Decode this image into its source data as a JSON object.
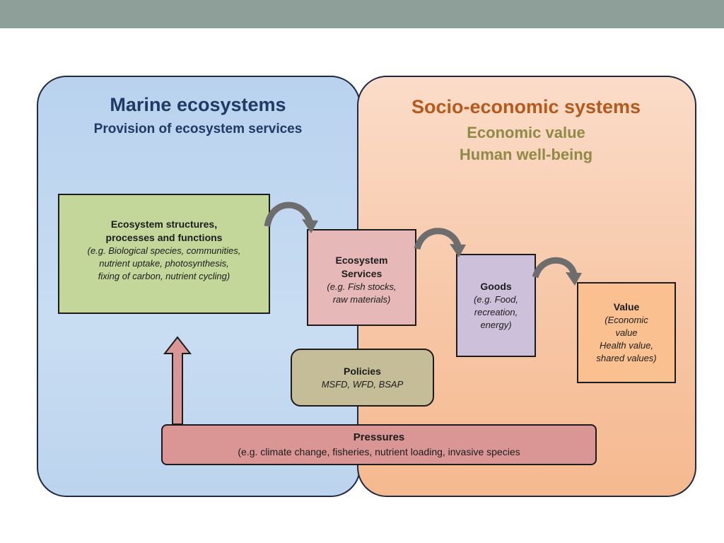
{
  "left_panel": {
    "title": "Marine ecosystems",
    "subtitle": "Provision of ecosystem services"
  },
  "right_panel": {
    "title": "Socio-economic systems",
    "line1": "Economic value",
    "line2": "Human well-being"
  },
  "boxes": {
    "ecosystem": {
      "title_line1": "Ecosystem structures,",
      "title_line2": "processes and functions",
      "detail_line1": "(e.g. Biological species, communities,",
      "detail_line2": "nutrient uptake, photosynthesis,",
      "detail_line3": "fixing of carbon, nutrient cycling)"
    },
    "services": {
      "title_line1": "Ecosystem",
      "title_line2": "Services",
      "detail_line1": "(e.g. Fish stocks,",
      "detail_line2": "raw materials)"
    },
    "goods": {
      "title": "Goods",
      "detail_line1": "(e.g. Food,",
      "detail_line2": "recreation,",
      "detail_line3": "energy)"
    },
    "value": {
      "title": "Value",
      "detail_line1": "(Economic",
      "detail_line2": "value",
      "detail_line3": "Health value,",
      "detail_line4": "shared values)"
    },
    "policies": {
      "title": "Policies",
      "detail": "MSFD, WFD, BSAP"
    },
    "pressures": {
      "title": "Pressures",
      "detail": "(e.g. climate change, fisheries, nutrient loading, invasive species"
    }
  },
  "colors": {
    "header_bar": "#8e9e98",
    "marine_panel": "#c4daf1",
    "socio_panel": "#f8c6a4",
    "ecosystem_box": "#c4d79b",
    "services_box": "#e6b8b7",
    "goods_box": "#ccc0da",
    "value_box": "#fac090",
    "policies_box": "#c4bd97",
    "pressures_box": "#d99694",
    "arrow": "#6d6d6d"
  }
}
